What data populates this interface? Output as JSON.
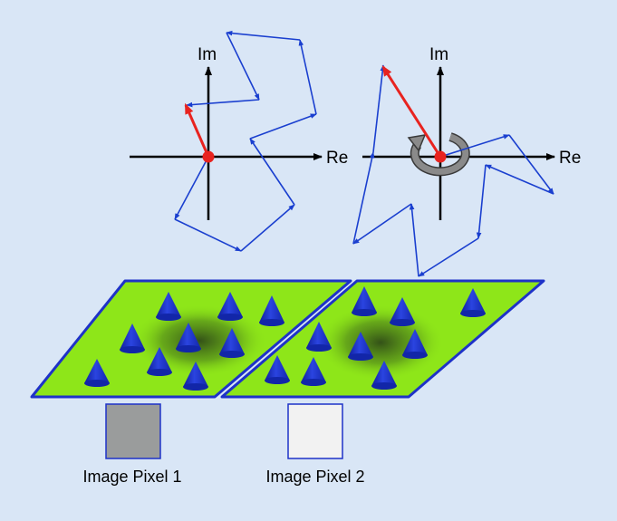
{
  "diagram": {
    "background": "#d9e6f6",
    "colors": {
      "walk": "#1a3fcf",
      "resultant": "#e8231f",
      "origin": "#e8231f",
      "axis": "#000000",
      "plane_fill": "#8ee619",
      "plane_shadow": "#2f4a18",
      "cone": "#1e32c8",
      "rotation_arrow": "#808080"
    },
    "phasor_left": {
      "axis_labels": {
        "real": "Re",
        "imag": "Im"
      },
      "icons": [
        "random-walk-phasor-path",
        "resultant-phasor-arrow"
      ]
    },
    "phasor_right": {
      "axis_labels": {
        "real": "Re",
        "imag": "Im"
      },
      "icons": [
        "random-walk-phasor-path",
        "resultant-phasor-arrow",
        "rotation-arrow-icon"
      ]
    },
    "pixels": [
      {
        "caption": "Image Pixel 1",
        "swatch_color": "#9a9c9c",
        "cone_count": 9
      },
      {
        "caption": "Image Pixel 2",
        "swatch_color": "#f2f2f2",
        "cone_count": 9
      }
    ]
  }
}
